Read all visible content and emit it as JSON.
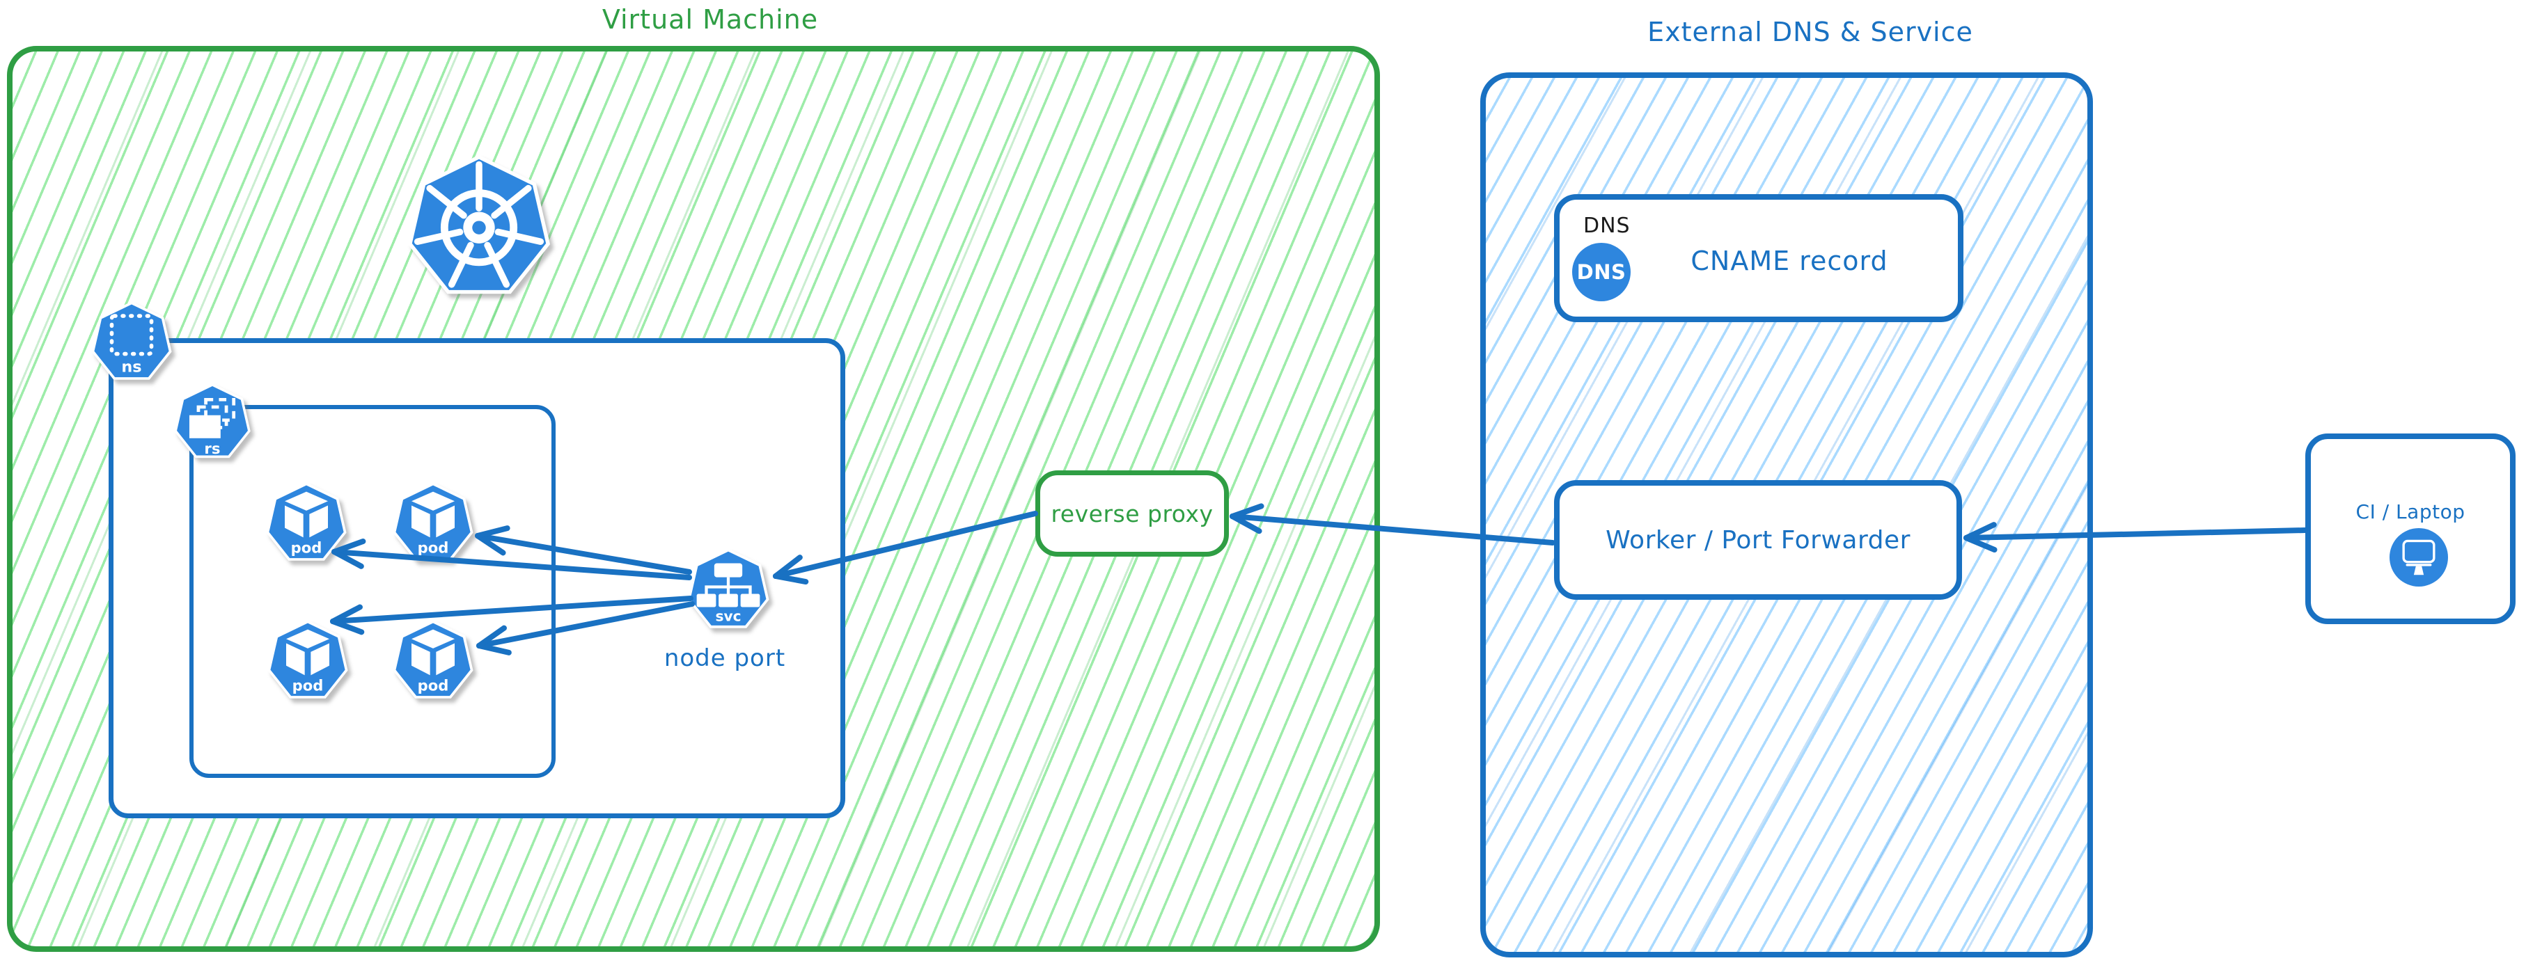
{
  "vm_group": {
    "title": "Virtual Machine",
    "namespace_badge": "ns",
    "replicaset_badge": "rs",
    "pods": [
      {
        "label": "pod"
      },
      {
        "label": "pod"
      },
      {
        "label": "pod"
      },
      {
        "label": "pod"
      }
    ],
    "service_badge": "svc",
    "service_label": "node port"
  },
  "reverse_proxy": {
    "label": "reverse proxy"
  },
  "external_group": {
    "title": "External DNS & Service",
    "dns_card": {
      "header": "DNS",
      "badge": "DNS",
      "label": "CNAME record"
    },
    "worker_card": {
      "label": "Worker / Port Forwarder"
    }
  },
  "client": {
    "label": "CI / Laptop"
  },
  "colors": {
    "green_stroke": "#2f9e44",
    "green_hatch": "#8ce99a",
    "blue_stroke": "#1971c2",
    "blue_hatch": "#a5d8ff",
    "icon_blue": "#2e86de"
  }
}
